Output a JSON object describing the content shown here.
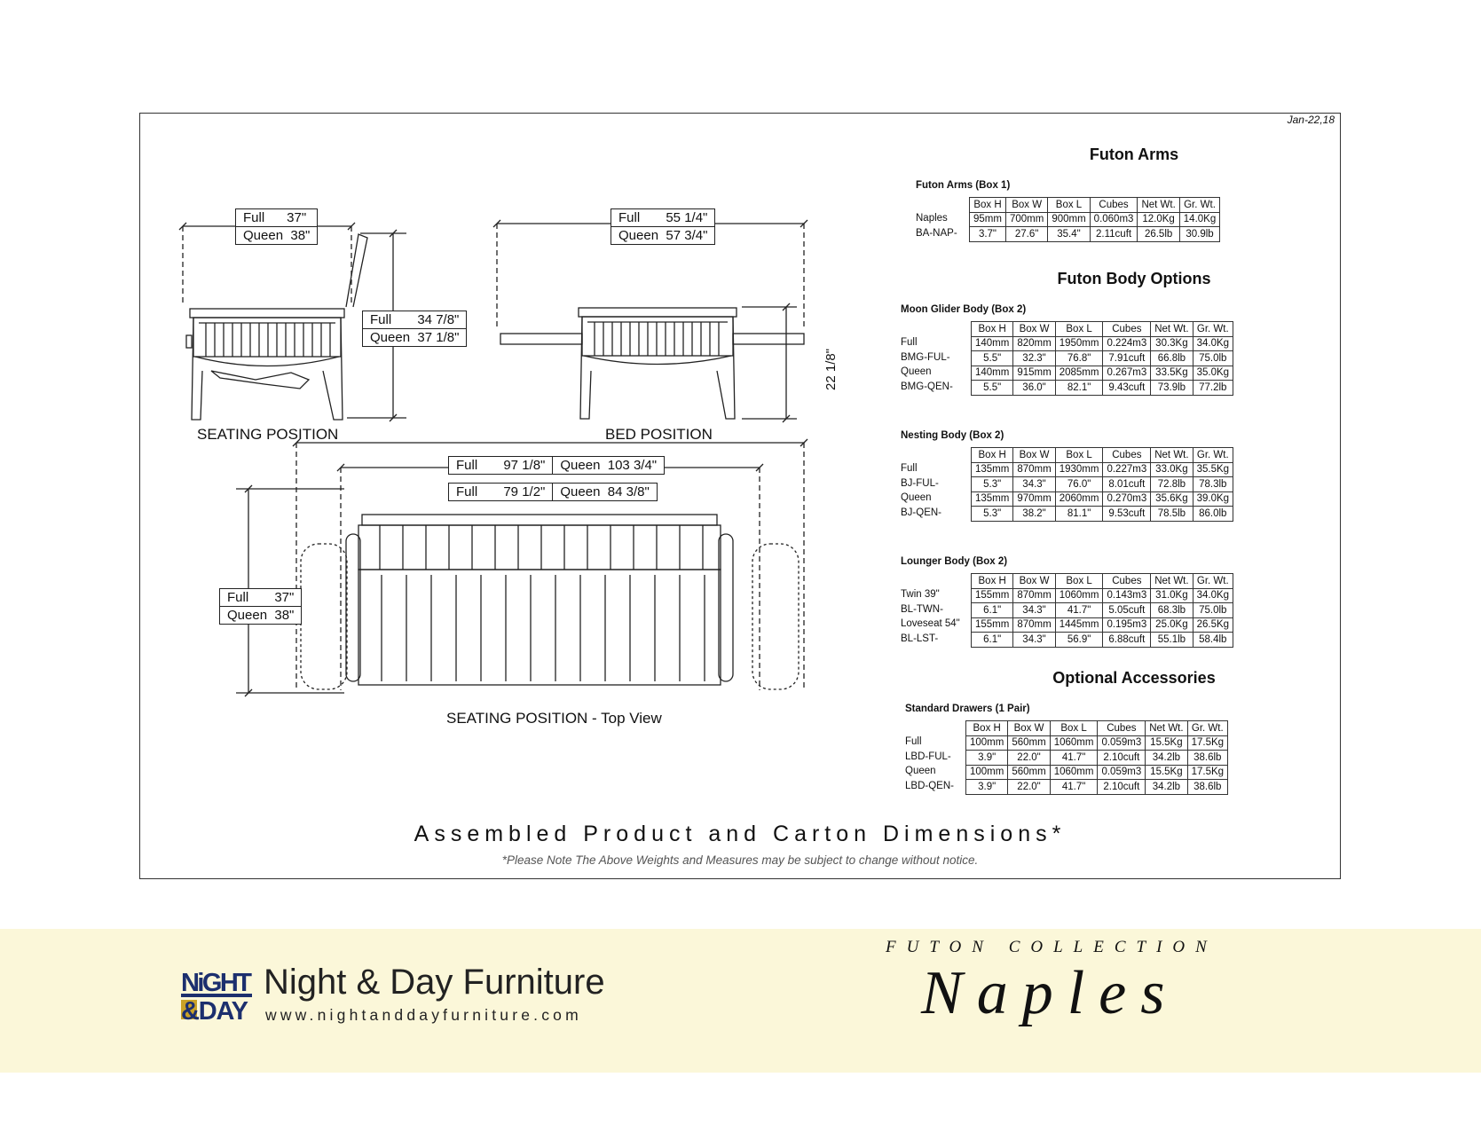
{
  "date": "Jan-22,18",
  "seating": {
    "width": {
      "full": "Full      37\"",
      "queen": "Queen  38\""
    },
    "height": {
      "full": "Full       34 7/8\"",
      "queen": "Queen  37 1/8\""
    },
    "caption": "SEATING POSITION"
  },
  "bed": {
    "width": {
      "full": "Full       55 1/4\"",
      "queen": "Queen  57 3/4\""
    },
    "height": "22 1/8\"",
    "caption": "BED POSITION"
  },
  "top_view": {
    "overall": {
      "full": "Full       97 1/8\"",
      "queen": "Queen  103 3/4\""
    },
    "inner": {
      "full": "Full       79 1/2\"",
      "queen": "Queen  84 3/8\""
    },
    "depth": {
      "full": "Full       37\"",
      "queen": "Queen  38\""
    },
    "caption": "SEATING POSITION - Top View"
  },
  "headers": [
    "Box H",
    "Box W",
    "Box L",
    "Cubes",
    "Net Wt.",
    "Gr. Wt."
  ],
  "sections": {
    "arms_title": "Futon Arms",
    "body_title": "Futon Body Options",
    "acc_title": "Optional Accessories"
  },
  "tables": {
    "arms": {
      "title": "Futon Arms (Box 1)",
      "names": [
        "Naples",
        "BA-NAP-"
      ],
      "rows": [
        [
          "95mm",
          "700mm",
          "900mm",
          "0.060m3",
          "12.0Kg",
          "14.0Kg"
        ],
        [
          "3.7\"",
          "27.6\"",
          "35.4\"",
          "2.11cuft",
          "26.5lb",
          "30.9lb"
        ]
      ]
    },
    "moon": {
      "title": "Moon Glider Body (Box 2)",
      "names": [
        "Full",
        "BMG-FUL-",
        "Queen",
        "BMG-QEN-"
      ],
      "rows": [
        [
          "140mm",
          "820mm",
          "1950mm",
          "0.224m3",
          "30.3Kg",
          "34.0Kg"
        ],
        [
          "5.5\"",
          "32.3\"",
          "76.8\"",
          "7.91cuft",
          "66.8lb",
          "75.0lb"
        ],
        [
          "140mm",
          "915mm",
          "2085mm",
          "0.267m3",
          "33.5Kg",
          "35.0Kg"
        ],
        [
          "5.5\"",
          "36.0\"",
          "82.1\"",
          "9.43cuft",
          "73.9lb",
          "77.2lb"
        ]
      ]
    },
    "nesting": {
      "title": "Nesting Body (Box 2)",
      "names": [
        "Full",
        "BJ-FUL-",
        "Queen",
        "BJ-QEN-"
      ],
      "rows": [
        [
          "135mm",
          "870mm",
          "1930mm",
          "0.227m3",
          "33.0Kg",
          "35.5Kg"
        ],
        [
          "5.3\"",
          "34.3\"",
          "76.0\"",
          "8.01cuft",
          "72.8lb",
          "78.3lb"
        ],
        [
          "135mm",
          "970mm",
          "2060mm",
          "0.270m3",
          "35.6Kg",
          "39.0Kg"
        ],
        [
          "5.3\"",
          "38.2\"",
          "81.1\"",
          "9.53cuft",
          "78.5lb",
          "86.0lb"
        ]
      ]
    },
    "lounger": {
      "title": "Lounger Body (Box 2)",
      "names": [
        "Twin 39\"",
        "BL-TWN-",
        "Loveseat 54\"",
        "BL-LST-"
      ],
      "rows": [
        [
          "155mm",
          "870mm",
          "1060mm",
          "0.143m3",
          "31.0Kg",
          "34.0Kg"
        ],
        [
          "6.1\"",
          "34.3\"",
          "41.7\"",
          "5.05cuft",
          "68.3lb",
          "75.0lb"
        ],
        [
          "155mm",
          "870mm",
          "1445mm",
          "0.195m3",
          "25.0Kg",
          "26.5Kg"
        ],
        [
          "6.1\"",
          "34.3\"",
          "56.9\"",
          "6.88cuft",
          "55.1lb",
          "58.4lb"
        ]
      ]
    },
    "drawers": {
      "title": "Standard Drawers (1 Pair)",
      "names": [
        "Full",
        "LBD-FUL-",
        "Queen",
        "LBD-QEN-"
      ],
      "rows": [
        [
          "100mm",
          "560mm",
          "1060mm",
          "0.059m3",
          "15.5Kg",
          "17.5Kg"
        ],
        [
          "3.9\"",
          "22.0\"",
          "41.7\"",
          "2.10cuft",
          "34.2lb",
          "38.6lb"
        ],
        [
          "100mm",
          "560mm",
          "1060mm",
          "0.059m3",
          "15.5Kg",
          "17.5Kg"
        ],
        [
          "3.9\"",
          "22.0\"",
          "41.7\"",
          "2.10cuft",
          "34.2lb",
          "38.6lb"
        ]
      ]
    }
  },
  "main_title": "Assembled Product and Carton Dimensions*",
  "note": "*Please Note The Above Weights and Measures may be subject to change without notice.",
  "footer": {
    "logo_top": "NiGHT",
    "logo_bottom": "&DAY",
    "brand": "Night & Day Furniture",
    "url": "www.nightanddayfurniture.com",
    "collection": "FUTON COLLECTION",
    "model": "Naples"
  },
  "colors": {
    "footer_bg": "#fbf7d9",
    "logo_blue": "#1c2f6e",
    "logo_gold": "#c9a227"
  }
}
